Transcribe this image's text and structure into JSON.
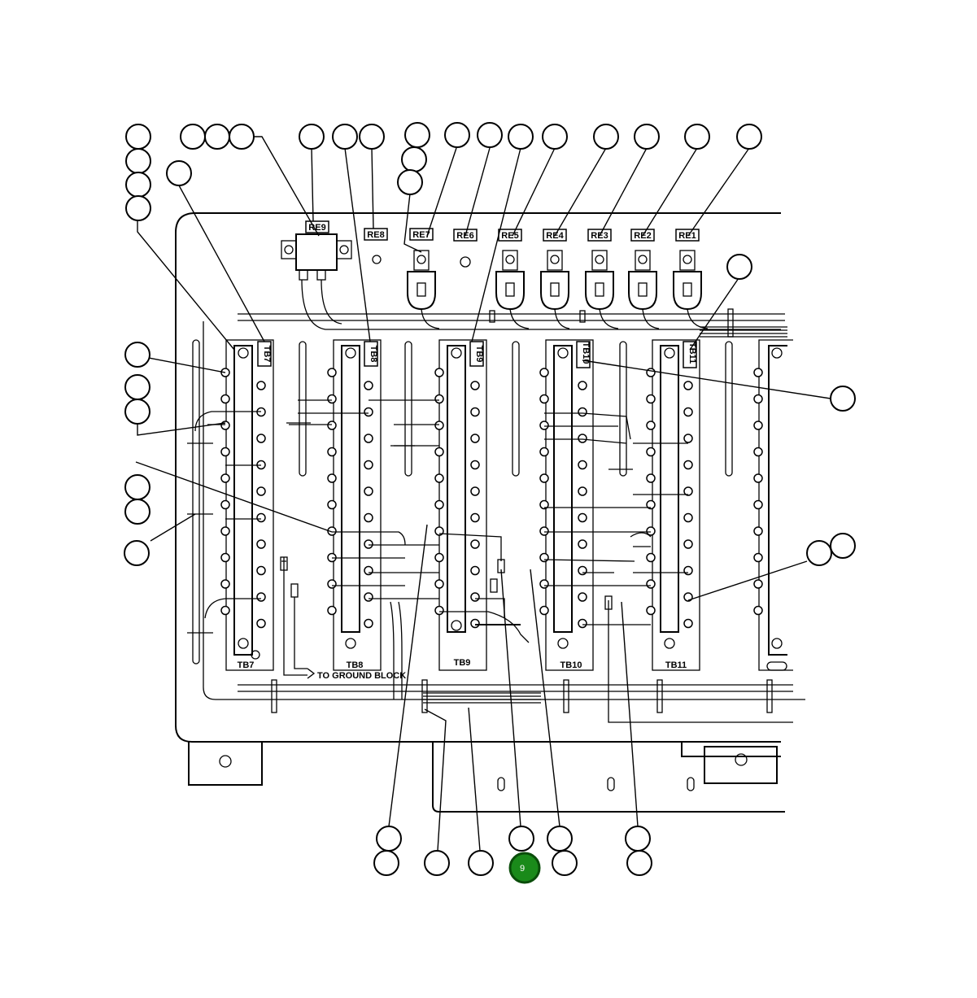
{
  "relays": [
    {
      "id": "RE9",
      "label": "RE9"
    },
    {
      "id": "RE8",
      "label": "RE8"
    },
    {
      "id": "RE7",
      "label": "RE7"
    },
    {
      "id": "RE6",
      "label": "RE6"
    },
    {
      "id": "RE5",
      "label": "RE5"
    },
    {
      "id": "RE4",
      "label": "RE4"
    },
    {
      "id": "RE3",
      "label": "RE3"
    },
    {
      "id": "RE2",
      "label": "RE2"
    },
    {
      "id": "RE1",
      "label": "RE1"
    }
  ],
  "terminal_boards": [
    {
      "id": "TB7",
      "label": "TB7"
    },
    {
      "id": "TB8",
      "label": "TB8"
    },
    {
      "id": "TB9",
      "label": "TB9"
    },
    {
      "id": "TB10",
      "label": "TB10"
    },
    {
      "id": "TB11",
      "label": "TB11"
    }
  ],
  "ground_note": "TO GROUND BLOCK",
  "highlighted_callout": {
    "label": "9",
    "color": "#1a8a1a"
  }
}
